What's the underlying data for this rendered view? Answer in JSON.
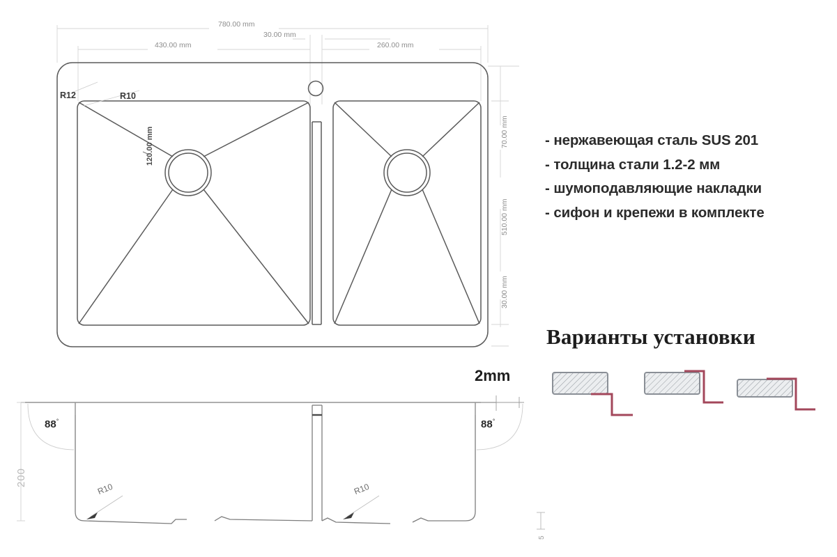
{
  "document": {
    "type": "technical-drawing",
    "subject": "kitchen-sink",
    "title": ""
  },
  "plan_view": {
    "dimensions": {
      "overall_width": "780.00 mm",
      "left_bowl_width": "430.00 mm",
      "divider_width": "30.00 mm",
      "right_bowl_width": "260.00 mm",
      "top_margin": "70.00 mm",
      "overall_height": "510.00 mm",
      "bottom_margin": "30.00 mm",
      "drain_offset": "120.00 mm"
    },
    "radii": {
      "outer_corner": "R12",
      "bowl_corner": "R10"
    }
  },
  "section_view": {
    "depth": "200",
    "wall_thickness": "2mm",
    "angle_left": "88",
    "angle_right": "88",
    "degree_symbol": "°",
    "bowl_radius_left": "R10",
    "bowl_radius_right": "R10",
    "flange": "5"
  },
  "features": {
    "items": [
      "- нержавеющая сталь SUS 201",
      "- толщина стали 1.2-2 мм",
      "- шумоподавляющие накладки",
      "- сифон и крепежи в комплекте"
    ]
  },
  "installation": {
    "title": "Варианты установки",
    "variants": [
      {
        "name": "undermount"
      },
      {
        "name": "flushmount"
      },
      {
        "name": "topmount"
      }
    ],
    "colors": {
      "profile_line": "#a3475b",
      "block_fill": "#e9ecef",
      "block_border": "#8a8f96"
    }
  },
  "style": {
    "line_color": "#555555",
    "dim_color": "#cfcfcf",
    "text_color": "#2b2b2b"
  }
}
